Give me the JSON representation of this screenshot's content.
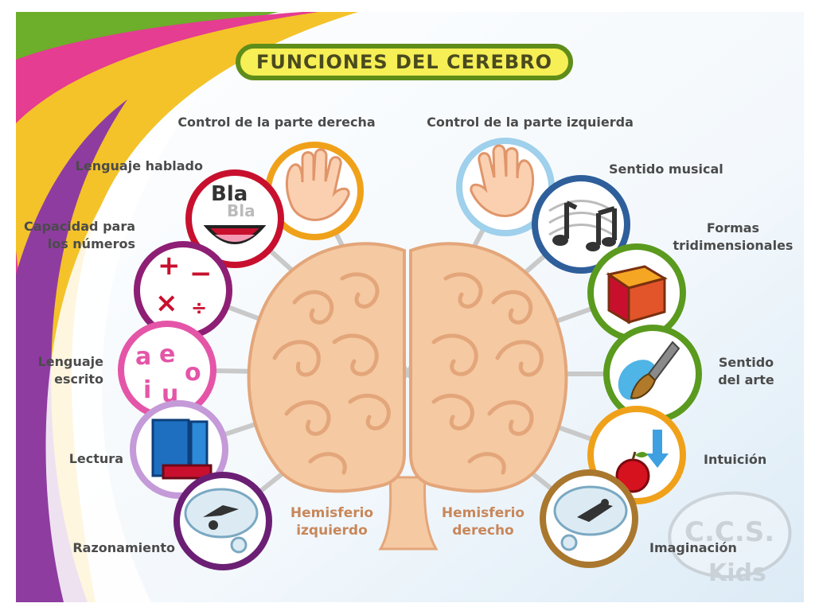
{
  "title": "FUNCIONES DEL CEREBRO",
  "left_hemisphere": {
    "label": "Hemisferio\nizquierdo",
    "functions": [
      {
        "label": "Control de la parte derecha",
        "icon": "hand-icon",
        "ring_color": "#f0a11a"
      },
      {
        "label": "Lenguaje hablado",
        "icon": "speech-bla-icon",
        "ring_color": "#c8102e"
      },
      {
        "label": "Capacidad para\nlos números",
        "icon": "math-symbols-icon",
        "ring_color": "#8e1f74"
      },
      {
        "label": "Lenguaje\nescrito",
        "icon": "vowels-icon",
        "ring_color": "#e455a8"
      },
      {
        "label": "Lectura",
        "icon": "books-icon",
        "ring_color": "#c49ad8"
      },
      {
        "label": "Razonamiento",
        "icon": "thinking-icon",
        "ring_color": "#6b1f74"
      }
    ]
  },
  "right_hemisphere": {
    "label": "Hemisferio\nderecho",
    "functions": [
      {
        "label": "Control de la parte izquierda",
        "icon": "hand-icon",
        "ring_color": "#9fd0ec"
      },
      {
        "label": "Sentido musical",
        "icon": "music-notes-icon",
        "ring_color": "#2e5f9a"
      },
      {
        "label": "Formas\ntridimensionales",
        "icon": "cube-icon",
        "ring_color": "#5a9a1e"
      },
      {
        "label": "Sentido\ndel arte",
        "icon": "paintbrush-icon",
        "ring_color": "#5a9a1e"
      },
      {
        "label": "Intuición",
        "icon": "apple-icon",
        "ring_color": "#f0a11a"
      },
      {
        "label": "Imaginación",
        "icon": "imagination-icon",
        "ring_color": "#a9772e"
      }
    ]
  },
  "colors": {
    "title_bg": "#f6ef55",
    "title_border": "#5f8d1a",
    "brain_fill": "#f5c9a2",
    "brain_swirl": "#e3a67a",
    "label_text": "#4b4b4b",
    "hemisphere_text": "#c8875a"
  }
}
